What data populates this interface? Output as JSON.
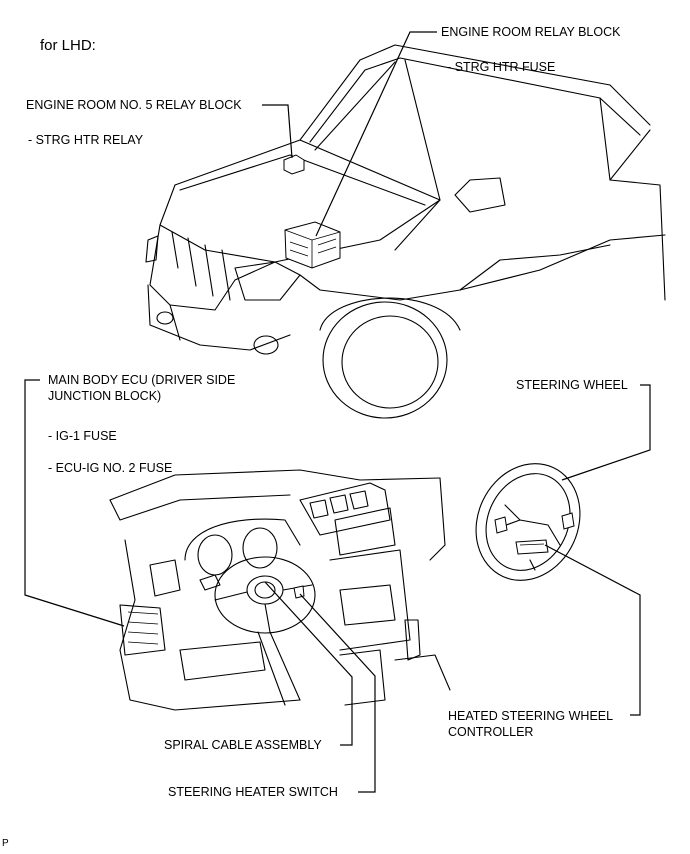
{
  "header": {
    "title": "for LHD:"
  },
  "callouts": {
    "engine_room_relay_block": {
      "name": "ENGINE ROOM RELAY BLOCK",
      "items": [
        "- STRG HTR FUSE"
      ]
    },
    "engine_room_no5_relay_block": {
      "name": "ENGINE ROOM NO. 5 RELAY BLOCK",
      "items": [
        "- STRG HTR RELAY"
      ]
    },
    "main_body_ecu": {
      "name_line1": "MAIN BODY ECU (DRIVER SIDE",
      "name_line2": "JUNCTION BLOCK)",
      "items": [
        "- IG-1 FUSE",
        "- ECU-IG NO. 2 FUSE"
      ]
    },
    "steering_wheel": {
      "name": "STEERING WHEEL"
    },
    "heated_steering_wheel_controller": {
      "name_line1": "HEATED STEERING WHEEL",
      "name_line2": "CONTROLLER"
    },
    "spiral_cable_assembly": {
      "name": "SPIRAL CABLE ASSEMBLY"
    },
    "steering_heater_switch": {
      "name": "STEERING HEATER SWITCH"
    }
  },
  "footer": {
    "mark": "P"
  }
}
